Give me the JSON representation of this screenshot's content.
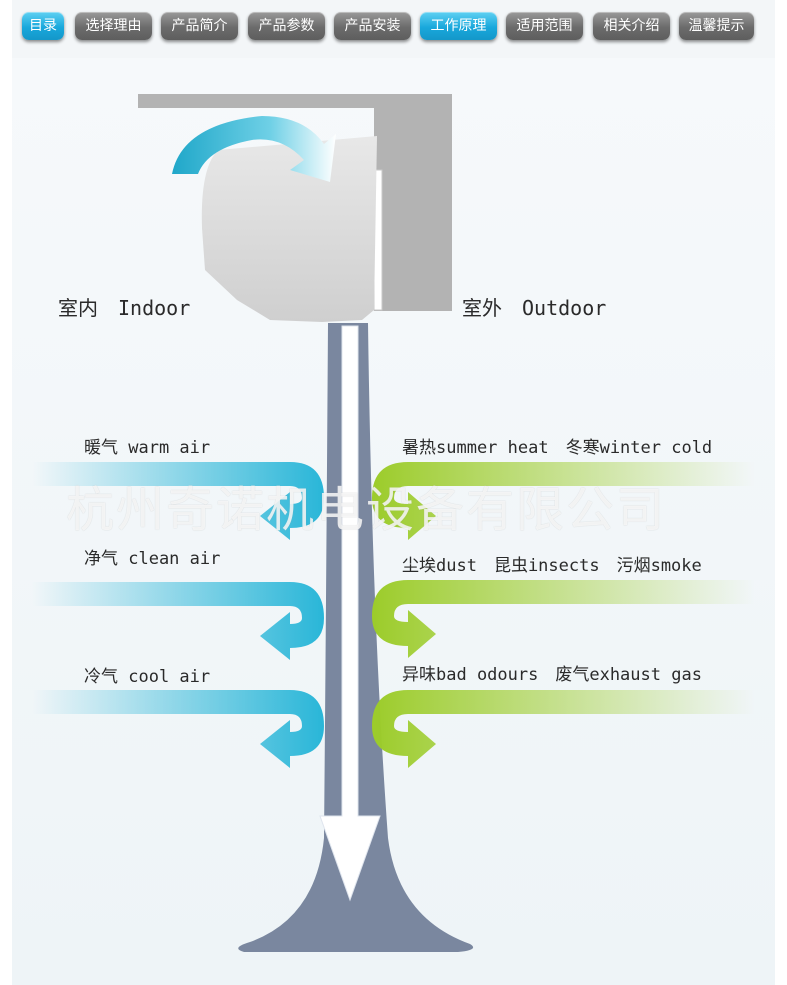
{
  "nav": {
    "tabs": [
      {
        "label": "目录",
        "active": true
      },
      {
        "label": "选择理由",
        "active": false
      },
      {
        "label": "产品简介",
        "active": false
      },
      {
        "label": "产品参数",
        "active": false
      },
      {
        "label": "产品安装",
        "active": false
      },
      {
        "label": "工作原理",
        "active": true
      },
      {
        "label": "适用范围",
        "active": false
      },
      {
        "label": "相关介绍",
        "active": false
      },
      {
        "label": "温馨提示",
        "active": false
      }
    ]
  },
  "diagram": {
    "indoor_label": "室内　Indoor",
    "outdoor_label": "室外　Outdoor",
    "warm_air": "暖气 warm air",
    "clean_air": "净气 clean air",
    "cool_air": "冷气 cool air",
    "heat_cold": "暑热summer heat　冬寒winter cold",
    "dust_insects_smoke": "尘埃dust　昆虫insects　污烟smoke",
    "odours_gas": "异味bad odours　废气exhaust gas",
    "watermark": "杭州奇诺机电设备有限公司"
  },
  "colors": {
    "tab_active": "#19a8dc",
    "tab_inactive": "#6b6b6b",
    "indoor_arrow": "#29b6d8",
    "outdoor_arrow": "#9ccc2a",
    "curtain": "#7a879f"
  }
}
